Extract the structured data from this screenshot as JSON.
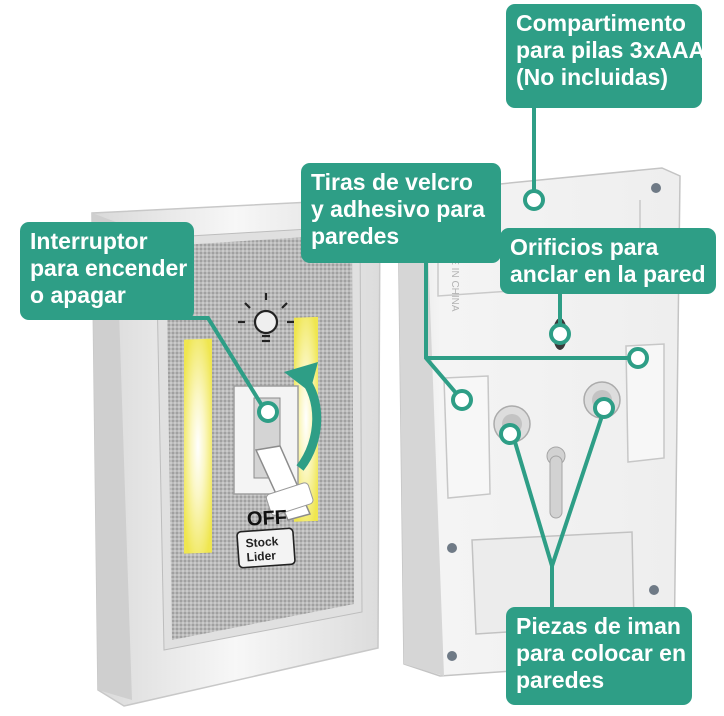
{
  "callouts": {
    "battery": {
      "lines": [
        "Compartimento",
        "para pilas 3xAAA",
        "(No incluidas)"
      ]
    },
    "velcro": {
      "lines": [
        "Tiras de velcro",
        "y adhesivo para",
        "paredes"
      ]
    },
    "switch": {
      "lines": [
        "Interruptor",
        "para encender",
        "o apagar"
      ]
    },
    "holes": {
      "lines": [
        "Orificios para",
        "anclar en la pared"
      ]
    },
    "magnets": {
      "lines": [
        "Piezas de iman",
        "para colocar en",
        "paredes"
      ]
    }
  },
  "product": {
    "switch_label": "OFF",
    "brand_line1": "Stock",
    "brand_line2": "Lider",
    "back_imprint": "MADE IN CHINA"
  },
  "colors": {
    "callout_green": "#2e9e86",
    "led_yellow": "#f1ea5a",
    "housing_white": "#f2f2f2"
  }
}
